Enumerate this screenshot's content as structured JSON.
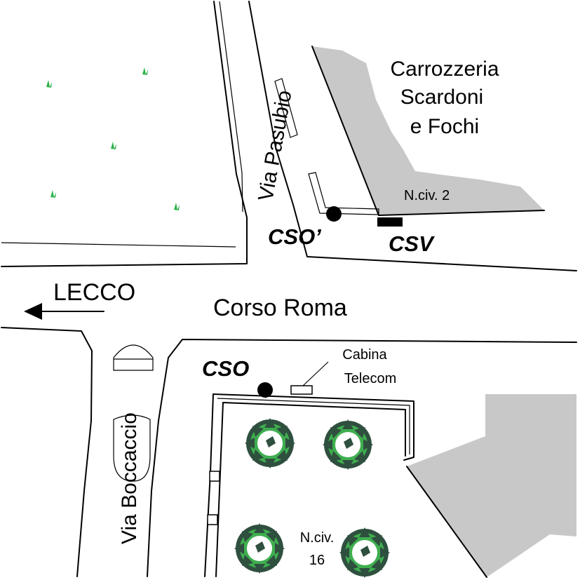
{
  "streets": {
    "via_pasubio": "Via Pasubio",
    "corso_roma": "Corso Roma",
    "via_boccaccio": "Via Boccaccio"
  },
  "direction": {
    "label": "LECCO"
  },
  "buildings": {
    "carrozzeria_line1": "Carrozzeria",
    "carrozzeria_line2": "Scardoni",
    "carrozzeria_line3": "e Fochi",
    "civic_2": "N.civ. 2",
    "civic_16_line1": "N.civ.",
    "civic_16_line2": "16",
    "cabina_line1": "Cabina",
    "cabina_line2": "Telecom"
  },
  "markers": {
    "cso_prime": "CSO’",
    "csv": "CSV",
    "cso": "CSO"
  },
  "colors": {
    "building_fill": "#c8c8c8",
    "grass": "#2db24a",
    "shrub_dark": "#2f4f3f",
    "shrub_light": "#3fae4f"
  }
}
